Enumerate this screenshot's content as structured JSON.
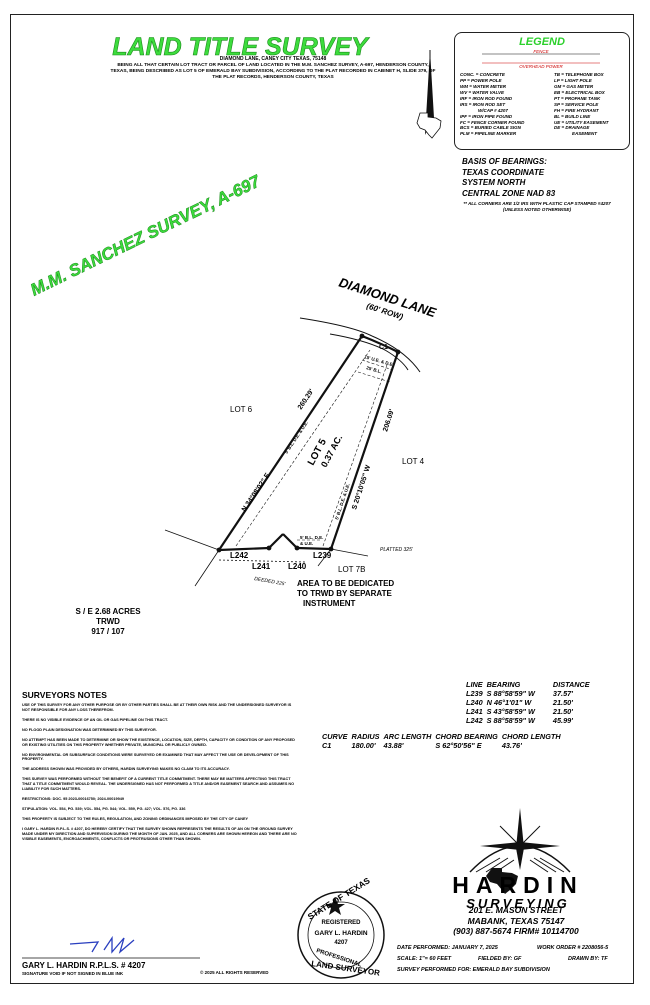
{
  "title": "LAND TITLE SURVEY",
  "address": "DIAMOND LANE, CANEY CITY TEXAS, 75148",
  "description": "BEING ALL THAT CERTAIN LOT TRACT OR PARCEL OF LAND LOCATED IN THE M.M. SANCHEZ SURVEY, A-697, HENDERSON COUNTY, TEXAS, BEING DESCRIBED AS LOT 5 OF EMERALD BAY SUBDIVISION, ACCORDING TO THE PLAT RECORDED IN CABINET H, SLIDE 379, OF THE PLAT RECORDS, HENDERSON COUNTY, TEXAS",
  "survey_name": "M.M. SANCHEZ SURVEY, A-697",
  "legend": {
    "title": "LEGEND",
    "fence": "FENCE",
    "overhead_power": "OVERHEAD POWER",
    "left_items": [
      "CONC. = CONCRETE",
      "PP = POWER POLE",
      "WM = WATER METER",
      "WV = WATER VALVE",
      "IRF = IRON ROD FOUND",
      "IRS = IRON ROD SET",
      "W/CAP # 4207",
      "IPF = IRON PIPE FOUND",
      "FC = FENCE CORNER FOUND",
      "BCS = BURIED CABLE SIGN",
      "PLM = PIPELINE MARKER"
    ],
    "right_items": [
      "TB = TELEPHONE BOX",
      "LP = LIGHT POLE",
      "GM = GAS METER",
      "EB = ELECTRICAL BOX",
      "PT = PROPANE TANK",
      "SP = SERVICE POLE",
      "FH = FIRE HYDRANT",
      "BL = BUILD LINE",
      "UE = UTILITY EASEMENT",
      "DE = DRAINAGE",
      "EASEMENT"
    ]
  },
  "basis_of_bearings": [
    "BASIS OF BEARINGS:",
    "TEXAS COORDINATE",
    "SYSTEM NORTH",
    "CENTRAL ZONE NAD 83"
  ],
  "corners_note": "** ALL CORNERS ARE 1/2 IRS WITH PLASTIC CAP STAMPED #4207 (UNLESS NOTED OTHERWISE)",
  "plat": {
    "road_name": "DIAMOND LANE",
    "road_row": "(60' ROW)",
    "curve_label": "C1",
    "lot_label": "LOT 5",
    "lot_area": "0.37 AC.",
    "west_bearing": "N 34°08'02\" E",
    "west_distance": "260.29'",
    "east_bearing": "S 20°10'05\" W",
    "east_distance": "206.09'",
    "lot_west": "LOT 6",
    "lot_east": "LOT 4",
    "lot_south": "LOT 7B",
    "platted": "PLATTED 325'",
    "deeded": "DEEDED 225'",
    "easement_front1": "15' U.E. & D.E.",
    "easement_front2": "25' B.L.",
    "easement_west": "5' B.L. D.E. & U.E.",
    "easement_east": "5' B.L. D.E. & U.E.",
    "easement_back1": "5' B.L. D.E.",
    "easement_back2": "& U.E.",
    "line_labels": [
      "L242",
      "L241",
      "L240",
      "L239"
    ],
    "dedicate": [
      "AREA TO BE DEDICATED",
      "TO TRWD BY SEPARATE",
      "INSTRUMENT"
    ],
    "se_acres": [
      "S / E 2.68 ACRES",
      "TRWD",
      "917 / 107"
    ]
  },
  "line_table": {
    "headers": [
      "LINE",
      "BEARING",
      "DISTANCE"
    ],
    "rows": [
      [
        "L239",
        "S 88°58'59\" W",
        "37.57'"
      ],
      [
        "L240",
        "N 46°1'01\" W",
        "21.50'"
      ],
      [
        "L241",
        "S 43°58'59\" W",
        "21.50'"
      ],
      [
        "L242",
        "S 88°58'59\" W",
        "45.99'"
      ]
    ]
  },
  "curve_table": {
    "headers": [
      "CURVE",
      "RADIUS",
      "ARC LENGTH",
      "CHORD BEARING",
      "CHORD LENGTH"
    ],
    "rows": [
      [
        "C1",
        "180.00'",
        "43.88'",
        "S 62°50'56\" E",
        "43.76'"
      ]
    ]
  },
  "notes_title": "SURVEYORS NOTES",
  "notes": [
    "USE OF THIS SURVEY FOR ANY OTHER PURPOSE OR BY OTHER PARTIES SHALL BE AT THEIR OWN RISK AND THE UNDERSIGNED SURVEYOR IS NOT RESPONSIBLE FOR ANY LOSS THEREFROM.",
    "THERE IS NO VISIBLE EVIDENCE OF AN OIL OR GAS PIPELINE ON THIS TRACT.",
    "NO FLOOD PLAIN DESIGNATION WAS DETERMINED BY THIS SURVEYOR.",
    "NO ATTEMPT HAS BEEN MADE TO DETERMINE OR SHOW THE EXISTENCE, LOCATION, SIZE, DEPTH, CAPACITY OR CONDITION OF ANY PROPOSED OR EXISTING UTILITIES ON THIS PROPERTY WHETHER PRIVATE, MUNICIPAL OR PUBLICLY OWNED.",
    "NO ENVIRONMENTAL OR SUBSURFACE CONDITIONS WERE SURVEYED OR EXAMINED THAT MAY AFFECT THE USE OR DEVELOPMENT OF THIS PROPERTY.",
    "THE ADDRESS SHOWN WAS PROVIDED BY OTHERS, HARDIN SURVEYING MAKES NO CLAIM TO ITS ACCURACY.",
    "THIS SURVEY WAS PERFORMED WITHOUT THE BENEFIT OF A CURRENT TITLE COMMITMENT. THERE MAY BE MATTERS AFFECTING THIS TRACT THAT A TITLE COMMITMENT WOULD REVEAL. THE UNDERSIGNED HAS NOT PERFORMED A TITLE AND/OR EASEMENT SEARCH AND ASSUMES NO LIABILITY FOR SUCH MATTERS.",
    "RESTRICTIONS: DOC. 95 2023-00016750; 2024-00019949",
    "STIPULATION: VOL. 554, PG. 539; VOL. 554, PG. 544; VOL. 559, PG. 427; VOL. 576, PG. 336",
    "THIS PROPERTY IS SUBJECT TO THE RULES, REGULATION, AND ZONING ORDINANCES IMPOSED BY THE CITY OF CANEY",
    "I GARY L. HARDIN R.P.L.S. # 4207, DO HEREBY CERTIFY THAT THE SURVEY SHOWN REPRESENTS THE RESULTS OF AN ON THE GROUND SURVEY MADE UNDER MY DIRECTION AND SUPERVISION DURING THE MONTH OF JAN. 2025, AND ALL CORNERS ARE SHOWN HEREON AND THERE ARE NO VISIBLE EASEMENTS, ENCROACHMENTS, CONFLICTS OR PROTRUSIONS OTHER THAN SHOWN."
  ],
  "seal": {
    "top_text": "STATE OF TEXAS",
    "registered": "REGISTERED",
    "name": "GARY L. HARDIN",
    "number": "4207",
    "professional": "PROFESSIONAL",
    "bottom_text": "LAND SURVEYOR"
  },
  "signature_name": "GARY L. HARDIN R.P.L.S. # 4207",
  "signature_void": "SIGNATURE VOID IF NOT SIGNED IN BLUE INK",
  "copyright": "© 2025 ALL RIGHTS RESERVED",
  "company": {
    "name1": "HARDIN",
    "name2": "SURVEYING",
    "street": "201 E. MASON STREET",
    "city": "MABANK, TEXAS 75147",
    "phone": "(903) 887-5674 FIRM# 10114700"
  },
  "job": {
    "date": "DATE PERFORMED: JANUARY 7, 2025",
    "work_order": "WORK ORDER # 2208056-5",
    "scale": "SCALE: 1\"= 60 FEET",
    "fielded": "FIELDED BY: GF",
    "drawn": "DRAWN BY: TF",
    "performed_for": "SURVEY PERFORMED FOR: EMERALD BAY SUBDIVISION"
  },
  "colors": {
    "title_green": "#3ddc3d",
    "stroke": "#111111"
  }
}
